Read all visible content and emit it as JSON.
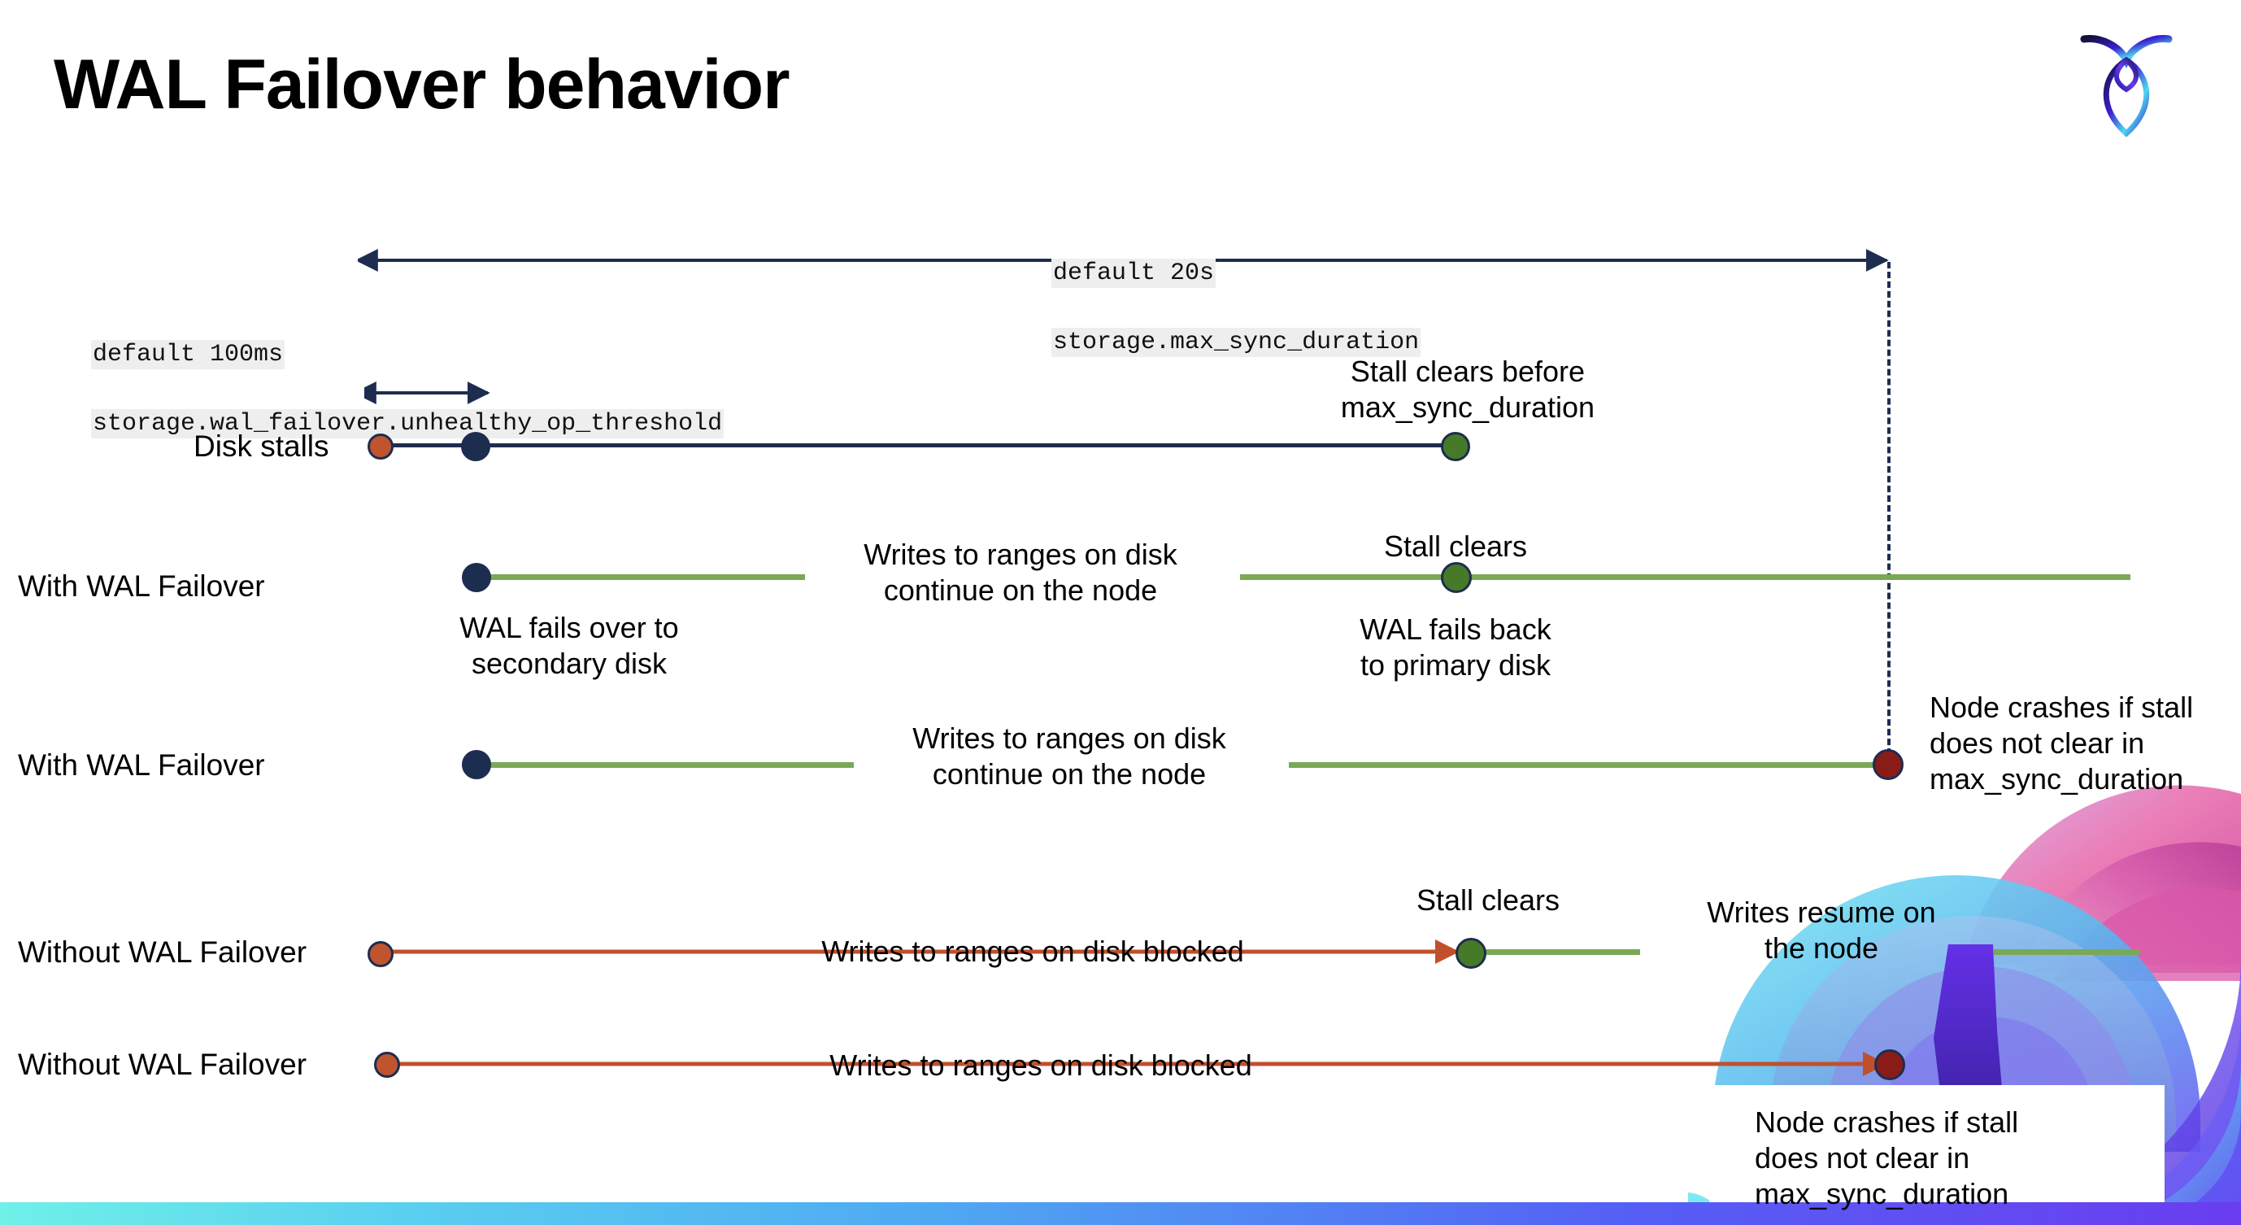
{
  "title": "WAL Failover behavior",
  "logo": {
    "name": "cockroachdb-logo"
  },
  "colors": {
    "navy": "#1d2d4f",
    "orange": "#c0542f",
    "green_line": "#7aa857",
    "green_dot": "#477a28",
    "dark_red": "#8a1c18",
    "code_bg": "#eeeeee"
  },
  "callouts": {
    "max_sync": {
      "line1": "default 20s",
      "line2": "storage.max_sync_duration"
    },
    "unhealthy": {
      "line1": "default 100ms",
      "line2": "storage.wal_failover.unhealthy_op_threshold"
    }
  },
  "rows": [
    {
      "label": "Disk stalls"
    },
    {
      "label": "With WAL Failover"
    },
    {
      "label": "With WAL Failover"
    },
    {
      "label": "Without WAL Failover"
    },
    {
      "label": "Without WAL Failover"
    }
  ],
  "annotations": {
    "stall_clears_before": "Stall clears before\nmax_sync_duration",
    "stall_clears_1": "Stall clears",
    "writes_continue_1": "Writes to ranges on disk\ncontinue on the node",
    "wal_fails_over": "WAL fails over to\nsecondary disk",
    "wal_fails_back": "WAL fails  back\nto primary disk",
    "writes_continue_2": "Writes to ranges on disk\ncontinue on the node",
    "node_crashes_1": "Node crashes if stall\ndoes not clear in\nmax_sync_duration",
    "stall_clears_2": "Stall clears",
    "writes_blocked_1": "Writes to ranges on disk  blocked",
    "writes_resume": "Writes resume on\nthe node",
    "writes_blocked_2": "Writes to ranges on disk  blocked",
    "node_crashes_2": "Node crashes if stall\ndoes not clear in\nmax_sync_duration"
  }
}
